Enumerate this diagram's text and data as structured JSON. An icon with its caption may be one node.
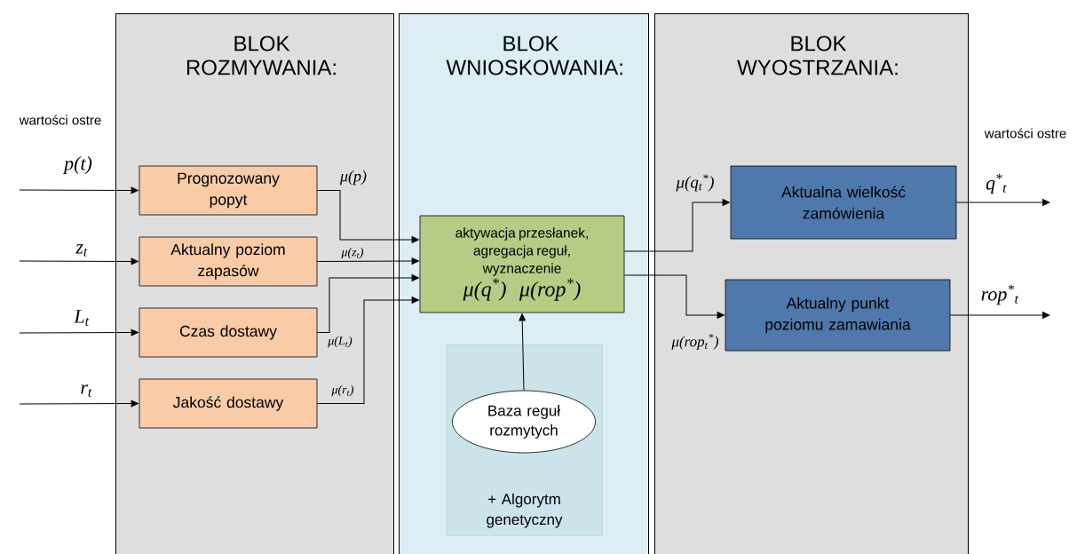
{
  "diagram": {
    "nodes": [
      {
        "text": [
          "BLOK ROZMYWANIA:"
        ]
      },
      {
        "text": [
          "BLOK WNIOSKOWANIA:"
        ]
      },
      {
        "text": [
          "BLOK WYOSTRZANIA:"
        ]
      },
      {
        "text": [
          "Prognozowany popyt"
        ],
        "in": 0
      },
      {
        "text": [
          "Aktualny poziom zapasów"
        ],
        "in": 0
      },
      {
        "text": [
          "Czas dostawy"
        ],
        "in": 0
      },
      {
        "text": [
          "Jakość dostawy"
        ],
        "in": 0
      },
      {
        "text": [
          "aktywacja przesłanek, agregacja reguł, wyznaczenie",
          "μ(q$^{*}$) μ(rop$^{*}$)"
        ],
        "in": 1
      },
      {
        "text": [
          "+ Algorytm genetyczny"
        ],
        "in": 1
      },
      {
        "text": [
          "Baza reguł rozmytych"
        ],
        "in": 8
      },
      {
        "text": [
          "Aktualna wielkość zamówienia"
        ],
        "in": 2
      },
      {
        "text": [
          "Aktualny punkt poziomu zamawiania"
        ],
        "in": 2
      }
    ],
    "edges": [
      {
        "from": null,
        "to": 3,
        "arrow": "to",
        "label": "p(t)"
      },
      {
        "from": null,
        "to": 4,
        "arrow": "to",
        "label": "z$_{t}$"
      },
      {
        "from": null,
        "to": 5,
        "arrow": "to",
        "label": "L$_{t}$"
      },
      {
        "from": null,
        "to": 6,
        "arrow": "to",
        "label": "r$_{t}$"
      },
      {
        "from": 3,
        "to": 7,
        "arrow": "to",
        "label": "μ(p)"
      },
      {
        "from": 4,
        "to": 7,
        "arrow": "to",
        "label": "μ(z$_{t}$)"
      },
      {
        "from": 5,
        "to": 7,
        "arrow": "to",
        "label": "μ(L$_{t}$)"
      },
      {
        "from": 6,
        "to": 7,
        "arrow": "to",
        "label": "μ(r$_{t}$)"
      },
      {
        "from": 9,
        "to": 7,
        "arrow": "to"
      },
      {
        "from": 7,
        "to": 10,
        "arrow": "to",
        "label": "μ(q$_{t}$$^{*}$)"
      },
      {
        "from": 7,
        "to": 11,
        "arrow": "to",
        "label": "μ(rop$_{t}$$^{*}$)"
      },
      {
        "from": 10,
        "to": null,
        "arrow": "to",
        "label": "q$^{*}$$_{t}$"
      },
      {
        "from": 11,
        "to": null,
        "arrow": "to",
        "label": "rop$^{*}$$_{t}$"
      }
    ],
    "labels": [
      "wartości ostre",
      "wartości ostre"
    ]
  }
}
